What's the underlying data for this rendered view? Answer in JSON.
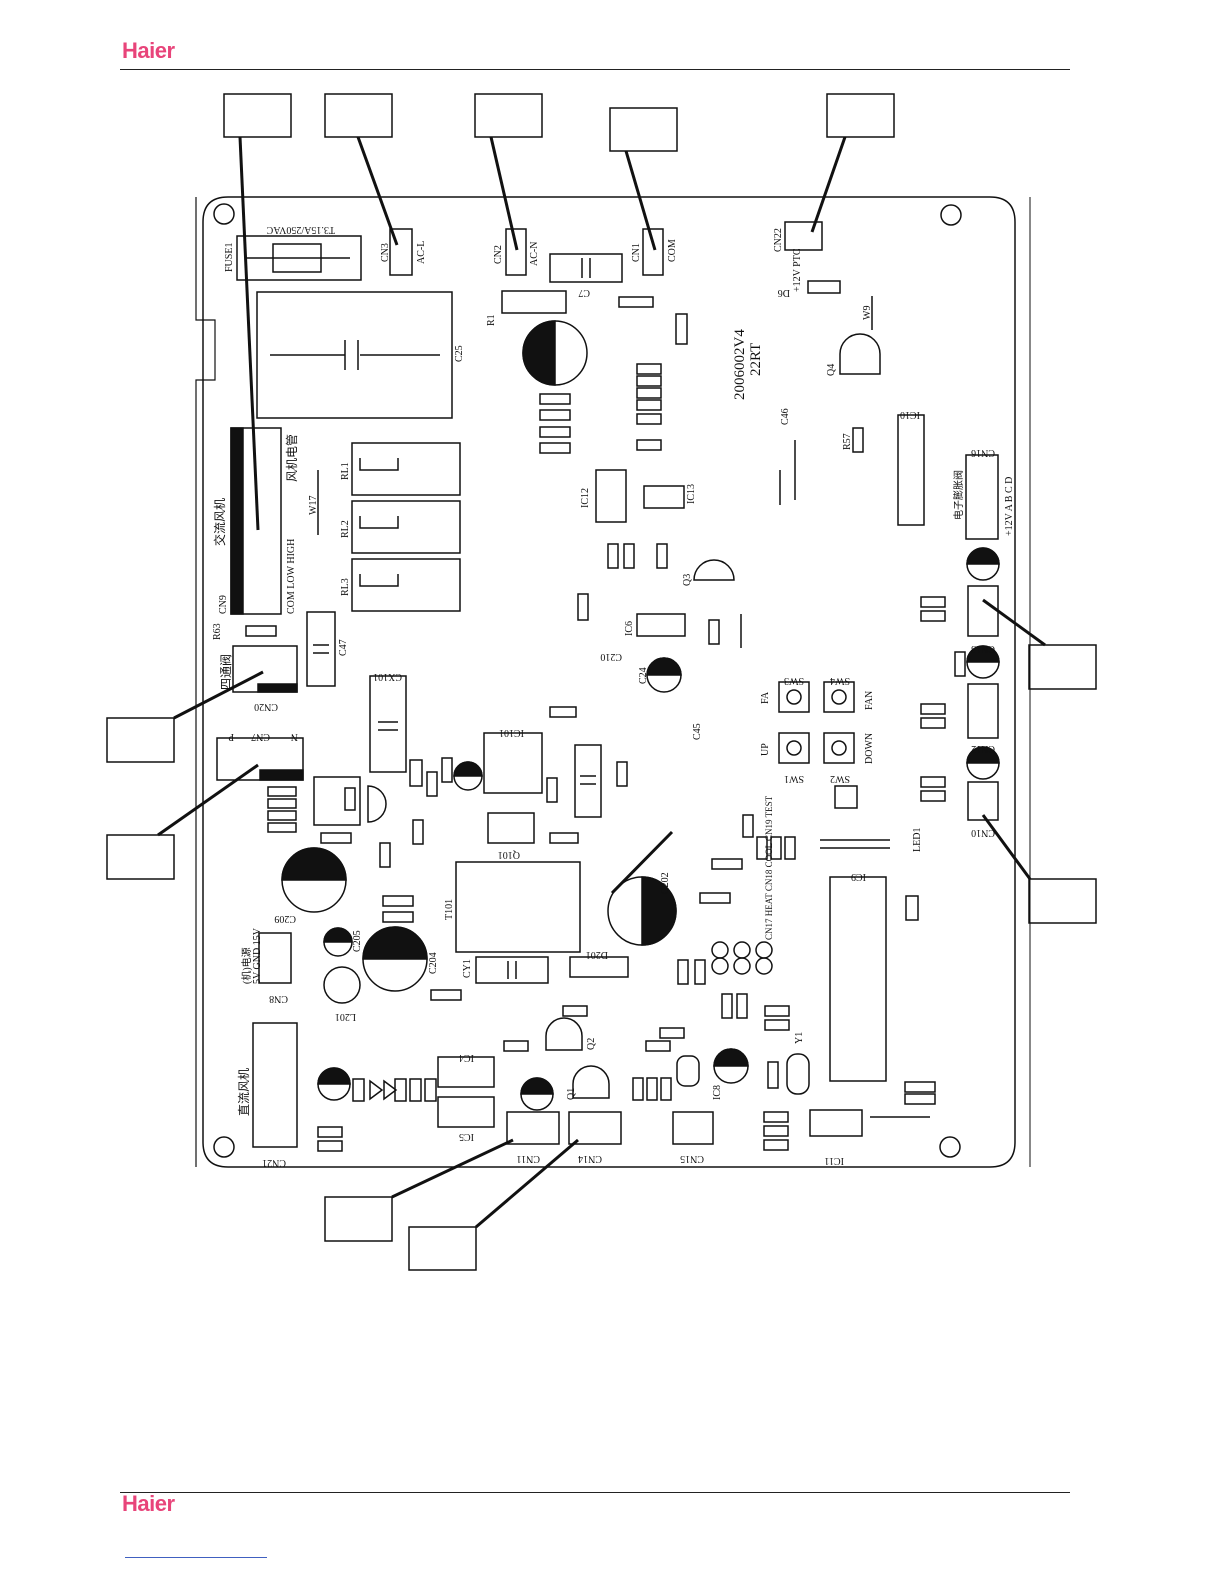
{
  "brand": {
    "logo_text": "Haier",
    "color": "#e8447a"
  },
  "board": {
    "version": "2006002V4",
    "model": "22RT",
    "connectors": {
      "cn3": "CN3",
      "ac_l": "AC-L",
      "cn2": "CN2",
      "ac_n": "AC-N",
      "cn1": "CN1",
      "com": "COM",
      "cn22": "CN22",
      "ptc": "+12V PTC",
      "cn9": "CN9",
      "cn9_pins": "COM   LOW   HIGH",
      "cn9_title": "交流风机",
      "fan_tube": "风机电管",
      "cn20": "CN20",
      "cn20_title": "四通阀",
      "cn7": "CN7",
      "cn7_p": "P",
      "cn7_n": "N",
      "cn8": "CN8",
      "cn8_title": "(机)电源",
      "cn8_pins": "5V GND 15V",
      "cn21": "CN21",
      "cn21_title": "直流风机",
      "cn11": "CN11",
      "cn14": "CN14",
      "cn15": "CN15",
      "cn16": "CN16",
      "cn16_title": "电子膨胀阀",
      "cn16_pins": "+12V  A  B  C  D",
      "cn13": "CN13",
      "cn12": "CN12",
      "cn10": "CN10"
    },
    "components": {
      "fuse": "FUSE1",
      "fuse_rating": "T3.15A/250VAC",
      "c25": "C25",
      "c7": "C7",
      "r1": "R1",
      "rl1": "RL1",
      "rl2": "RL2",
      "rl3": "RL3",
      "w17": "W17",
      "r63": "R63",
      "c47": "C47",
      "cx101": "CX101",
      "ic101": "IC101",
      "q101": "Q101",
      "t101": "T101",
      "c202": "C202",
      "d201": "D201",
      "cy1": "CY1",
      "c204": "C204",
      "c205": "C205",
      "c209": "C209",
      "l201": "L201",
      "ic4": "IC4",
      "ic5": "IC5",
      "q1": "Q1",
      "q2": "Q2",
      "q3": "Q3",
      "q4": "Q4",
      "ic9": "IC9",
      "ic10": "IC10",
      "ic11": "IC11",
      "ic12": "IC12",
      "ic13": "IC13",
      "ic8": "IC8",
      "ic6": "IC6",
      "y1": "Y1",
      "led1": "LED1",
      "sw1": "SW1",
      "sw2": "SW2",
      "sw3": "SW3",
      "sw4": "SW4",
      "fa": "FA",
      "fan": "FAN",
      "up": "UP",
      "down": "DOWN",
      "heat_cool_test": "CN17 HEAT  CN18 COOL  CN19 TEST",
      "c24": "C24",
      "c45": "C45",
      "c210": "C210",
      "d6": "D6",
      "w9": "W9",
      "c46": "C46",
      "r57": "R57"
    }
  }
}
